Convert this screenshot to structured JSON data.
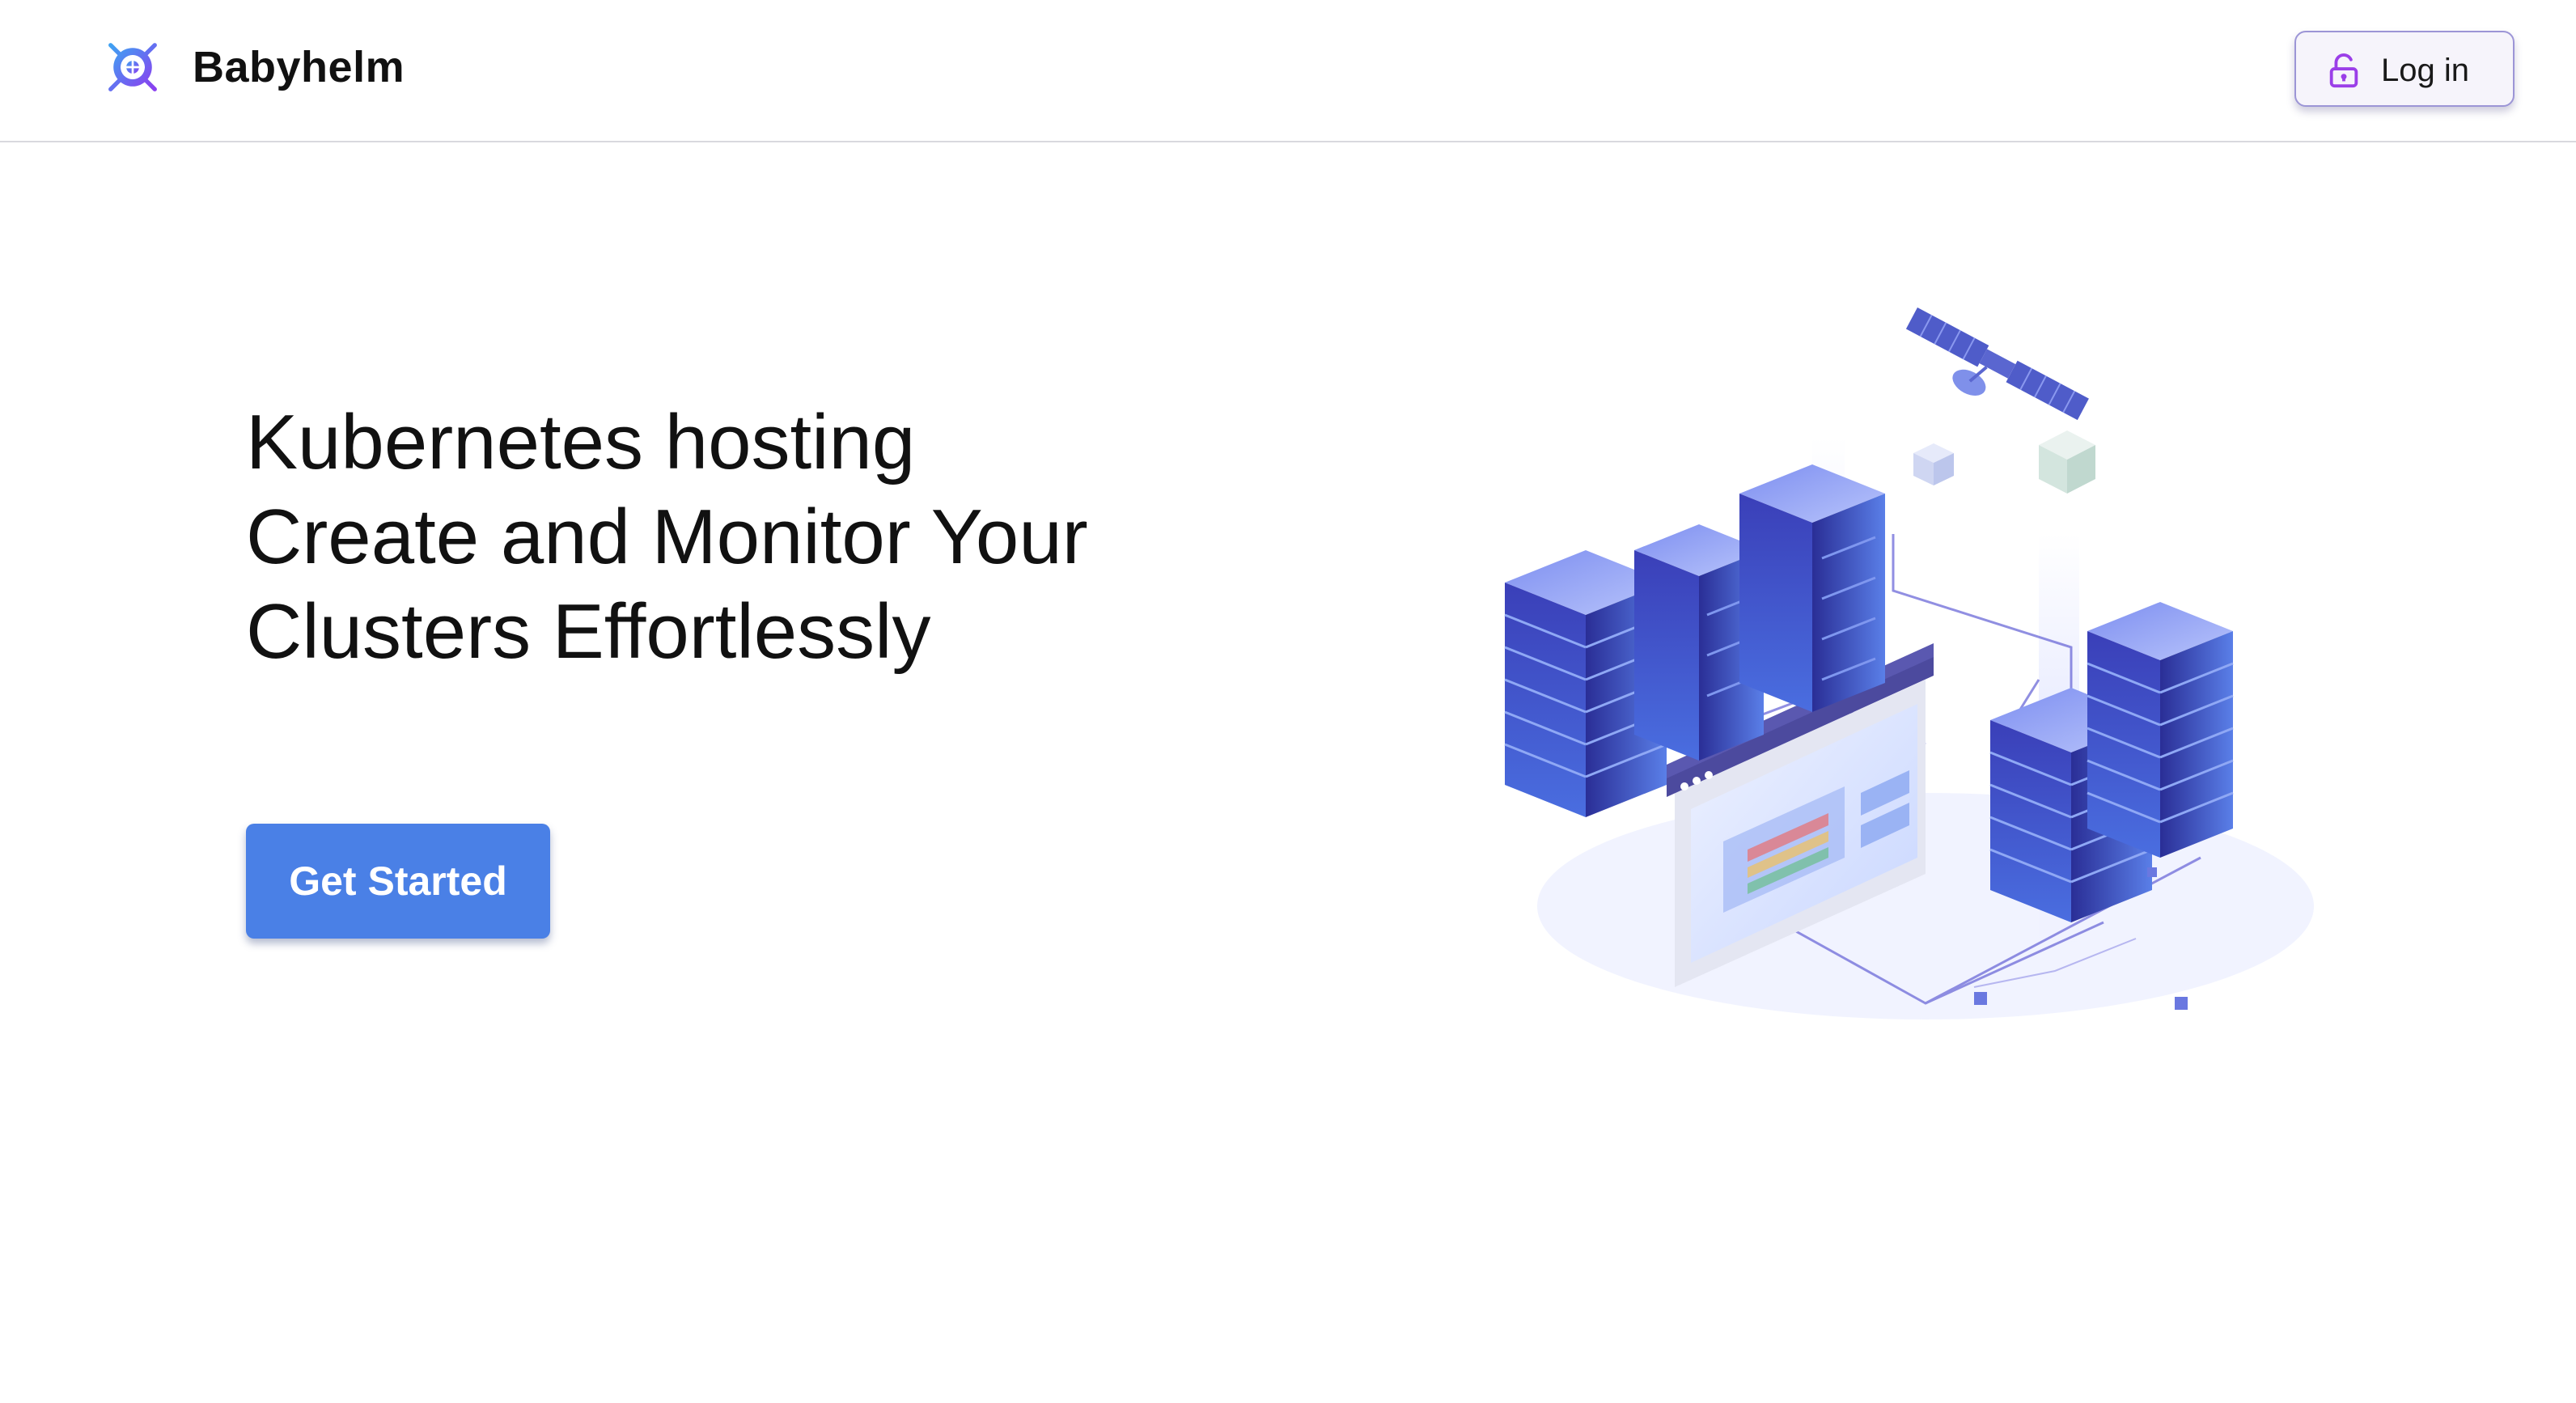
{
  "header": {
    "brand_name": "Babyhelm",
    "login_label": "Log in"
  },
  "hero": {
    "title_lines": [
      "Kubernetes hosting",
      "Create and Monitor Your",
      "Clusters Effortlessly"
    ],
    "cta_label": "Get Started"
  },
  "colors": {
    "accent_blue": "#4a80e6",
    "logo_purple": "#7b4cf0",
    "login_border": "#9c95d6"
  },
  "icons": {
    "brand": "helm-wheel-icon",
    "login": "unlock-icon",
    "illustration": "servers-cloud-illustration"
  }
}
